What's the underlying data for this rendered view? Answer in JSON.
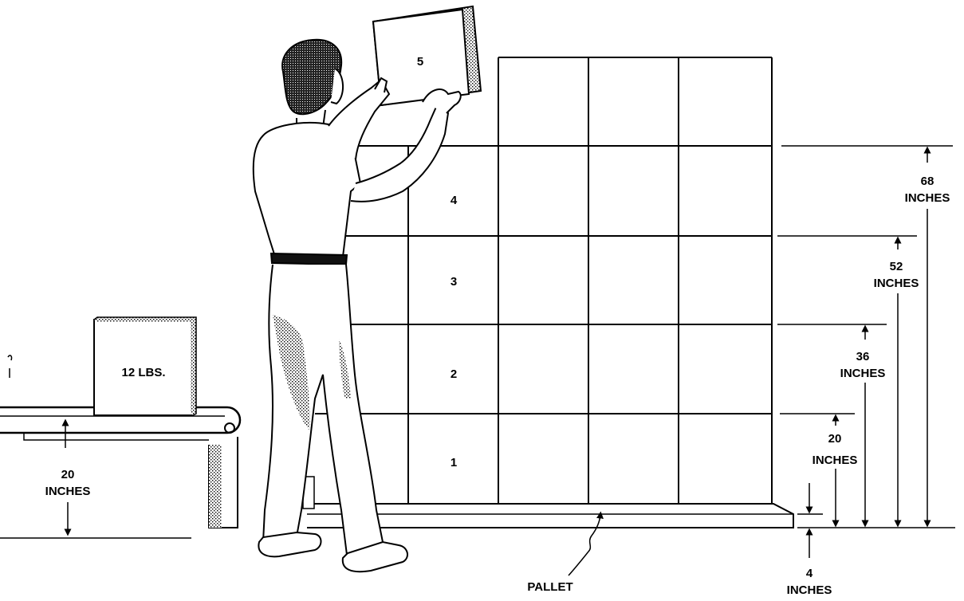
{
  "figure": {
    "conveyor_box_label": "12 LBS.",
    "lifted_box_label": "5",
    "layer_labels": [
      "1",
      "2",
      "3",
      "4"
    ],
    "conveyor_height": {
      "value": "20",
      "unit": "INCHES"
    },
    "pallet_label": "PALLET",
    "pallet_height": {
      "value": "4",
      "unit": "INCHES"
    },
    "heights": [
      {
        "value": "20",
        "unit": "INCHES"
      },
      {
        "value": "36",
        "unit": "INCHES"
      },
      {
        "value": "52",
        "unit": "INCHES"
      },
      {
        "value": "68",
        "unit": "INCHES"
      }
    ]
  }
}
